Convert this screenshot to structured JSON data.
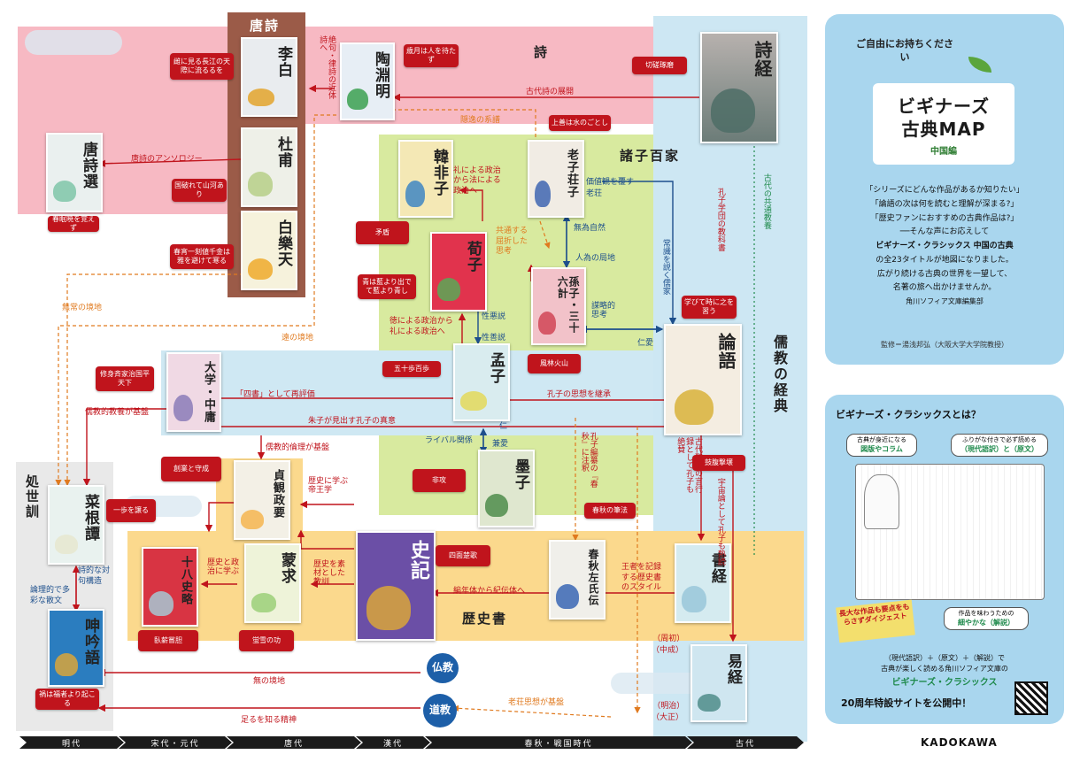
{
  "categories": {
    "shi": "詩",
    "tangshi": "唐詩",
    "shoshi": "諸子百家",
    "jukyo": "儒教の経典",
    "shoseikun": "処世訓",
    "rekishisho": "歴史書"
  },
  "books": {
    "shikyo": "詩経",
    "tomei": "陶淵明",
    "rihaku": "李白",
    "toho": "杜甫",
    "hakurakuten": "白樂天",
    "toshisen": "唐詩選",
    "kanpishi": "韓非子",
    "roshi": "老子荘子",
    "junshi": "荀子",
    "sonshi": "孫子・三十六計",
    "mencius": "孟子",
    "rongo": "論語",
    "daigaku": "大学・中庸",
    "bokushi": "墨子",
    "jokan": "貞観政要",
    "moukyu": "蒙求",
    "shiki": "史記",
    "juhachi": "十八史略",
    "sakoden": "春秋左氏伝",
    "shokyo": "書経",
    "ekikyo": "易経",
    "saikontan": "菜根譚",
    "shingingo": "呻吟語"
  },
  "notes": {
    "shikyo": "切磋琢磨",
    "tomei": "歳月は人を待たず",
    "rihaku": "雌に見る長江の天際に流るるを",
    "toho": "国破れて山河あり",
    "hakurakuten": "春宵一刻値千金は雅を避けて寒る",
    "toshisen": "春眠暁を覚えず",
    "kanpishi": "矛盾",
    "roshi": "上善は水のごとし",
    "junshi": "青は藍より出でて藍より青し",
    "sonshi": "風林火山",
    "mencius": "五十歩百歩",
    "rongo": "学びて時に之を習う",
    "daigaku": "修身斉家治国平天下",
    "bokushi": "非攻",
    "jokan": "創業と守成",
    "sakoden": "春秋の筆法",
    "shiki": "四面楚歌",
    "juhachi": "臥薪嘗胆",
    "moukyu": "蛍雪の功",
    "shokyo": "鼓腹撃壌",
    "saikontan": "一歩を譲る",
    "shingingo": "禍は福者より起こる"
  },
  "edge_labels": {
    "kodaishi": "古代詩の展開",
    "kinshi": "絶句・律詩の近体詩へ",
    "inton": "隠逸の系譜",
    "tangshi_anth": "唐詩のアンソロジー",
    "rei": "礼による政治から法による政治へ",
    "kachikan": "価値観を覆す老荘",
    "muisizen": "無為自然",
    "jinin": "人為の局地",
    "kyotsu": "共通する屈折した思考",
    "senryaku": "謀略的思考",
    "jodo": "常識を説く儒家",
    "koshi_gakumon": "孔子学団の教科書",
    "kodai_kyoyo": "古代の共通教養",
    "toku": "徳による政治から礼による政治へ",
    "seiaku": "性悪説",
    "seizen": "性善説",
    "jin": "仁愛",
    "shisho": "「四書」として再評価",
    "koshi_shiso": "孔子の思想を継承",
    "shushi": "朱子が見出す孔子の真意",
    "jukyo_kyoyo": "儒教的教養が基盤",
    "rinri": "儒教的倫理が基盤",
    "rival": "ライバル関係",
    "jin2": "仁",
    "kenai": "兼愛",
    "shunju": "孔子編纂の『春秋』に注釈",
    "kodai_seio": "古代聖王の言行録として孔子も絶賛",
    "uchu": "宇宙論として孔子も熟読",
    "rekishi_teio": "歴史に学ぶ帝王学",
    "rekishi_sozai": "歴史を素材とした教訓",
    "rekishi_seiji": "歴史と政治に学ぶ",
    "hennen": "編年体から紀伝体へ",
    "osha": "王者を記録する歴史書のスタイル",
    "shiteki": "詩的な対句構造",
    "ronriteki": "論理的で多彩な散文",
    "mu_kyo": "無常の境地",
    "sa_kyo": "遠の境地",
    "mu_kyochi": "無の境地",
    "taru": "足るを知る精神",
    "rosou_kiban": "老荘思想が基盤",
    "shuneki": "（周初）（中成）",
    "meiji": "（明治）（大正）"
  },
  "circles": {
    "bukkyo": "仏教",
    "dokyo": "道教"
  },
  "timeline": [
    "明代",
    "宋代・元代",
    "唐代",
    "漢代",
    "春秋・戦国時代",
    "古代"
  ],
  "promo": {
    "tagline": "ご自由にお持ちください",
    "title_line1": "ビギナーズ",
    "title_line2": "古典MAP",
    "subtitle": "中国編",
    "lines": [
      "「シリーズにどんな作品があるか知りたい」",
      "「論語の次は何を読むと理解が深まる?」",
      "「歴史ファンにおすすめの古典作品は?」",
      "──そんな声にお応えして",
      "ビギナーズ・クラシックス 中国の古典",
      "の全23タイトルが地図になりました。",
      "広がり続ける古典の世界を一望して、",
      "名著の旅へ出かけませんか。",
      "角川ソフィア文庫編集部"
    ],
    "supervisor": "監修＝湯浅邦弘（大阪大学大学院教授）"
  },
  "about": {
    "title": "ビギナーズ・クラシックスとは？",
    "pill1_top": "古典が身近になる",
    "pill1_main": "図版やコラム",
    "pill2_top": "ふりがな付きで必ず読める",
    "pill2_main": "（現代語訳）と（原文）",
    "pill3_top": "作品を味わうための",
    "pill3_main": "細やかな（解説）",
    "banner": "長大な作品も要点をもらさずダイジェスト",
    "caption1": "（現代語訳）＋（原文）＋（解説）で",
    "caption2": "古典が楽しく読める角川ソフィア文庫の",
    "caption3": "ビギナーズ・クラシックス",
    "site": "20周年特設サイトを公開中！"
  },
  "publisher": "KADOKAWA",
  "colors": {
    "red": "#c0141c",
    "pink_band": "#f3a9b6",
    "green_band": "#d4e89a",
    "blue_band": "#cde7f3",
    "orange_band": "#fbd98d",
    "brown": "#8a4a38",
    "navy": "#1d5fa8",
    "panel_blue": "#a9d6ee"
  }
}
